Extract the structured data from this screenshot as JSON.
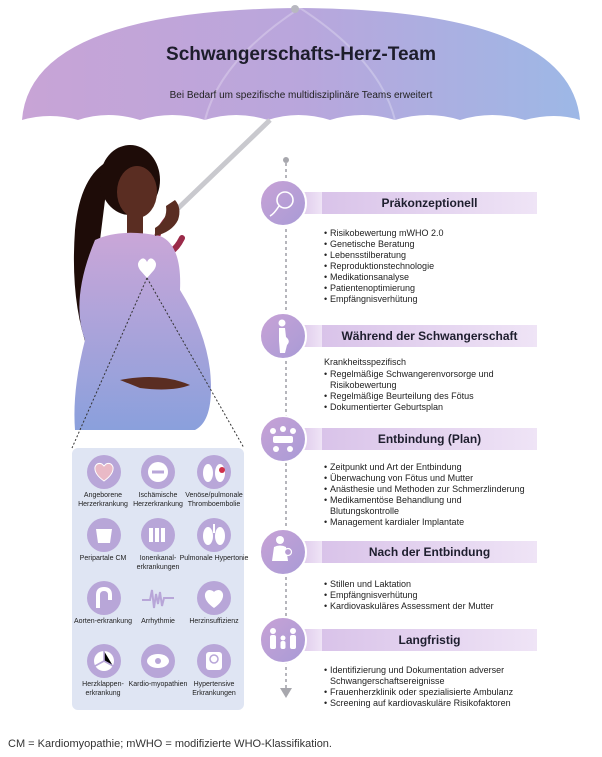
{
  "header": {
    "title": "Schwangerschafts-Herz-Team",
    "subtitle": "Bei Bedarf um spezifische multidisziplinäre Teams erweitert"
  },
  "stages": [
    {
      "label": "Präkonzeptionell",
      "icon": "conception-icon",
      "items": [
        "Risikobewertung mWHO 2.0",
        "Genetische Beratung",
        "Lebensstilberatung",
        "Reproduktionstechnologie",
        "Medikationsanalyse",
        "Patientenoptimierung",
        "Empfängnisverhütung"
      ]
    },
    {
      "label": "Während der Schwangerschaft",
      "icon": "pregnant-woman-icon",
      "heading": "Krankheitsspezifisch",
      "items": [
        "Regelmäßige Schwangerenvorsorge und Risikobewertung",
        "Regelmäßige Beurteilung des Fötus",
        "Dokumentierter Geburtsplan"
      ]
    },
    {
      "label": "Entbindung (Plan)",
      "icon": "team-meeting-icon",
      "items": [
        "Zeitpunkt und Art der Entbindung",
        "Überwachung von Fötus und Mutter",
        "Anästhesie und Methoden zur Schmerzlinderung",
        "Medikamentöse Behandlung und Blutungskontrolle",
        "Management kardialer Implantate"
      ]
    },
    {
      "label": "Nach der Entbindung",
      "icon": "mother-baby-icon",
      "items": [
        "Stillen und Laktation",
        "Empfängnisverhütung",
        "Kardiovaskuläres Assessment der Mutter"
      ]
    },
    {
      "label": "Langfristig",
      "icon": "family-icon",
      "items": [
        "Identifizierung und Dokumentation adverser Schwangerschaftsereignisse",
        "Frauenherzklinik oder spezialisierte Ambulanz",
        "Screening auf kardiovaskuläre Risikofaktoren"
      ]
    }
  ],
  "conditions": [
    {
      "label": "Angeborene Herzerkrankung",
      "icon": "congenital-heart-icon"
    },
    {
      "label": "Ischämische Herzerkrankung",
      "icon": "ischemic-heart-icon"
    },
    {
      "label": "Venöse/pulmonale Thromboembolie",
      "icon": "lungs-embolism-icon"
    },
    {
      "label": "Peripartale CM",
      "icon": "peripartum-cm-icon"
    },
    {
      "label": "Ionenkanal-erkrankungen",
      "icon": "ion-channel-icon"
    },
    {
      "label": "Pulmonale Hypertonie",
      "icon": "lungs-icon"
    },
    {
      "label": "Aorten-erkrankung",
      "icon": "aorta-icon"
    },
    {
      "label": "Arrhythmie",
      "icon": "arrhythmia-icon"
    },
    {
      "label": "Herzinsuffizienz",
      "icon": "heart-failure-icon"
    },
    {
      "label": "Herzklappen-erkrankung",
      "icon": "heart-valve-icon"
    },
    {
      "label": "Kardio-myopathien",
      "icon": "cardiomyopathy-icon"
    },
    {
      "label": "Hypertensive Erkrankungen",
      "icon": "blood-pressure-icon"
    }
  ],
  "footnote": "CM = Kardiomyopathie; mWHO = modifizierte WHO-Klassifikation.",
  "colors": {
    "umbrella_left": "#c4a2d4",
    "umbrella_right": "#9fb6e3",
    "stage_circle": "#b79dd3",
    "label_bar": "#e8d9f1",
    "conditions_panel": "#dde4f3",
    "skin": "#5a2d22",
    "hair": "#1e0c08",
    "dress_top": "#c9a6d8",
    "dress_bottom": "#8da2dd"
  }
}
